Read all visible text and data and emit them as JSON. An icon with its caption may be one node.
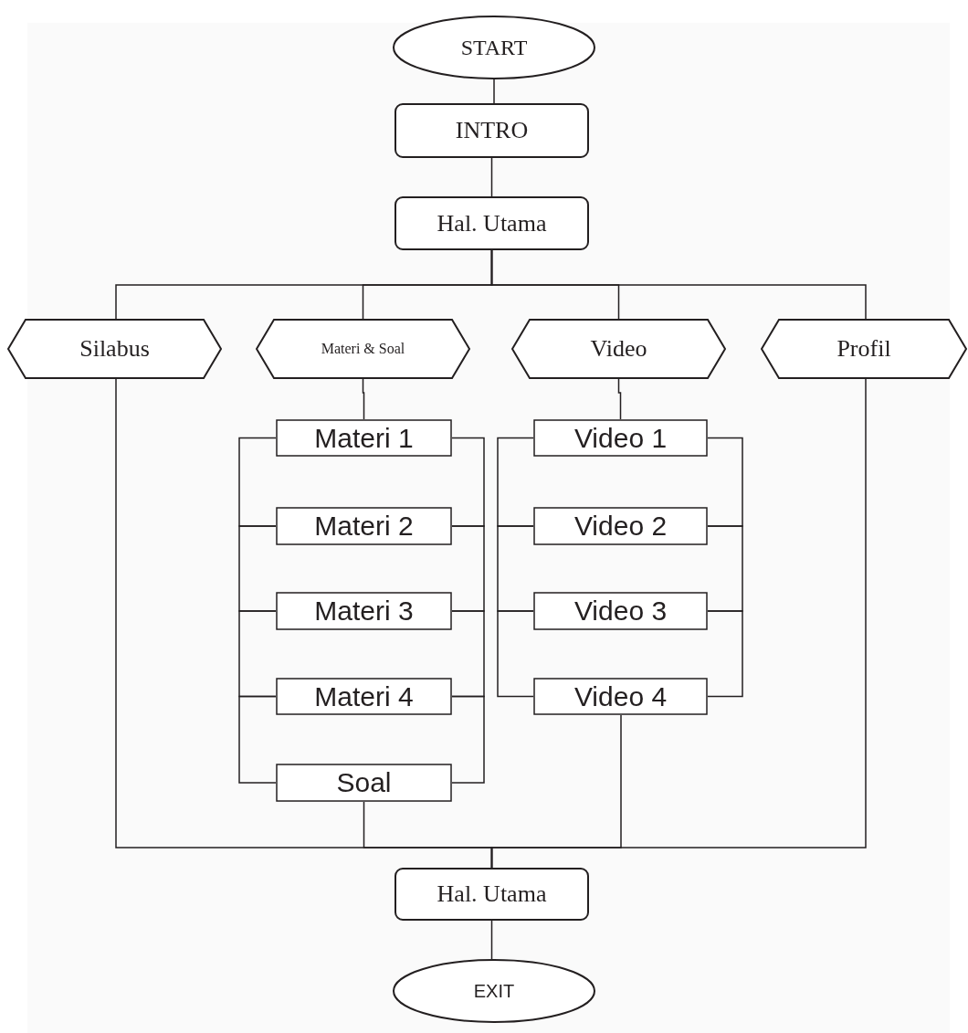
{
  "diagram": {
    "nodes": [
      {
        "text": [
          "START"
        ]
      },
      {
        "text": [
          "INTRO"
        ]
      },
      {
        "text": [
          "Hal. Utama"
        ]
      },
      {
        "text": [
          "Silabus"
        ]
      },
      {
        "text": [
          "Materi & Soal"
        ]
      },
      {
        "text": [
          "Video"
        ]
      },
      {
        "text": [
          "Profil"
        ]
      },
      {
        "text": [
          "Materi 1"
        ]
      },
      {
        "text": [
          "Materi 2"
        ]
      },
      {
        "text": [
          "Materi 3"
        ]
      },
      {
        "text": [
          "Materi 4"
        ]
      },
      {
        "text": [
          "Soal"
        ]
      },
      {
        "text": [
          "Video 1"
        ]
      },
      {
        "text": [
          "Video 2"
        ]
      },
      {
        "text": [
          "Video 3"
        ]
      },
      {
        "text": [
          "Video 4"
        ]
      },
      {
        "text": [
          "Hal. Utama"
        ]
      },
      {
        "text": [
          "EXIT"
        ]
      }
    ],
    "edges": [
      {
        "from": 0,
        "to": 1,
        "arrow": "none"
      },
      {
        "from": 1,
        "to": 2,
        "arrow": "none"
      },
      {
        "from": 2,
        "to": 3,
        "arrow": "none"
      },
      {
        "from": 2,
        "to": 4,
        "arrow": "none"
      },
      {
        "from": 2,
        "to": 5,
        "arrow": "none"
      },
      {
        "from": 2,
        "to": 6,
        "arrow": "none"
      },
      {
        "from": 4,
        "to": 7,
        "arrow": "none"
      },
      {
        "from": 7,
        "to": 8,
        "arrow": "none"
      },
      {
        "from": 8,
        "to": 9,
        "arrow": "none"
      },
      {
        "from": 9,
        "to": 10,
        "arrow": "none"
      },
      {
        "from": 10,
        "to": 11,
        "arrow": "none"
      },
      {
        "from": 7,
        "to": 8,
        "arrow": "none"
      },
      {
        "from": 8,
        "to": 9,
        "arrow": "none"
      },
      {
        "from": 9,
        "to": 10,
        "arrow": "none"
      },
      {
        "from": 10,
        "to": 11,
        "arrow": "none"
      },
      {
        "from": 5,
        "to": 12,
        "arrow": "none"
      },
      {
        "from": 12,
        "to": 13,
        "arrow": "none"
      },
      {
        "from": 13,
        "to": 14,
        "arrow": "none"
      },
      {
        "from": 14,
        "to": 15,
        "arrow": "none"
      },
      {
        "from": 12,
        "to": 13,
        "arrow": "none"
      },
      {
        "from": 13,
        "to": 14,
        "arrow": "none"
      },
      {
        "from": 14,
        "to": 15,
        "arrow": "none"
      },
      {
        "from": 3,
        "to": 16,
        "arrow": "none"
      },
      {
        "from": 11,
        "to": 16,
        "arrow": "none"
      },
      {
        "from": 15,
        "to": 16,
        "arrow": "none"
      },
      {
        "from": 6,
        "to": 16,
        "arrow": "none"
      },
      {
        "from": 16,
        "to": 17,
        "arrow": "none"
      }
    ]
  }
}
